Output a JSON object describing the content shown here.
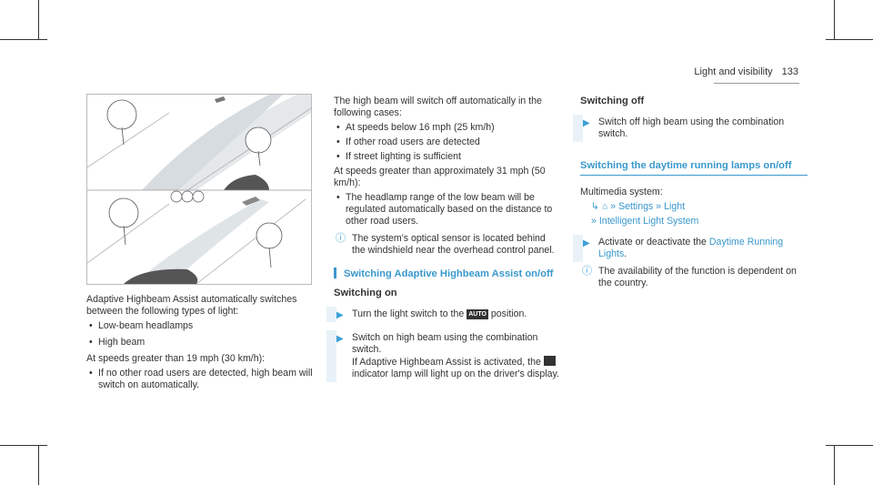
{
  "header": {
    "title": "Light and visibility",
    "page": "133"
  },
  "figure": {
    "name": "adaptive-highbeam-illustration"
  },
  "col1": {
    "intro": "Adaptive Highbeam Assist automatically switches between the following types of light:",
    "types": [
      "Low-beam headlamps",
      "High beam"
    ],
    "cond": "At speeds greater than 19 mph (30 km/h):",
    "cond_items": [
      "If no other road users are detected, high beam will switch on automatically."
    ]
  },
  "col2": {
    "intro": "The high beam will switch off automatically in the following cases:",
    "cases": [
      "At speeds below 16 mph (25 km/h)",
      "If other road users are detected",
      "If street lighting is sufficient"
    ],
    "cond": "At speeds greater than approximately 31 mph (50 km/h):",
    "cond_items": [
      "The headlamp range of the low beam will be regulated automatically based on the distance to other road users."
    ],
    "note": "The system's optical sensor is located behind the windshield near the overhead control panel.",
    "section_title": "Switching Adaptive Highbeam Assist on/off",
    "sub_title": "Switching on",
    "step1_pre": "Turn the light switch to the",
    "step1_icon": "AUTO",
    "step1_post": "position.",
    "step2_a": "Switch on high beam using the combination switch.",
    "step2_b": "If Adaptive Highbeam Assist is activated, the",
    "step2_c": "indicator lamp will light up on the driver's display."
  },
  "col3": {
    "sub_title": "Switching off",
    "off_step": "Switch off high beam using the combination switch.",
    "section_title": "Switching the daytime running lamps on/off",
    "menu_label": "Multimedia system:",
    "menu_path": [
      "Settings",
      "Light",
      "Intelligent Light System"
    ],
    "step_pre": "Activate or deactivate the",
    "step_link": "Daytime Running Lights",
    "step_post": ".",
    "note": "The availability of the function is dependent on the country."
  }
}
